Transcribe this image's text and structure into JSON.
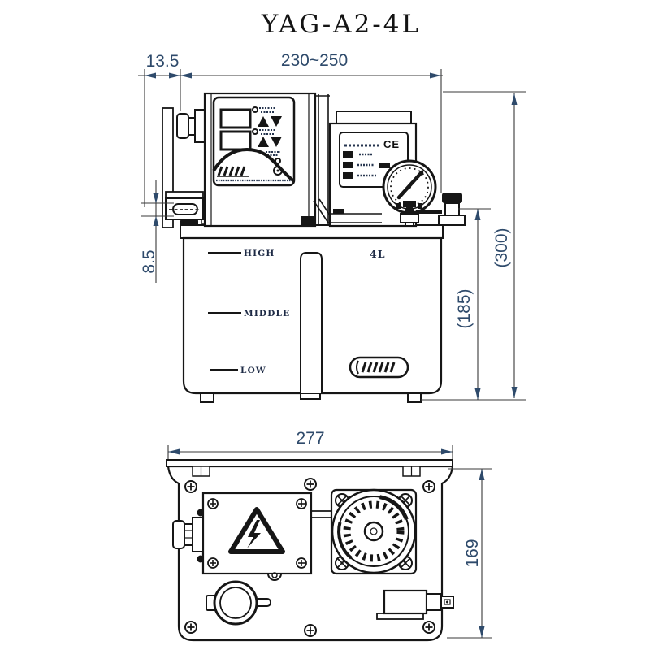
{
  "title": "YAG-A2-4L",
  "front_view": {
    "dim_top_offset": "13.5",
    "dim_width_range": "230~250",
    "dim_bracket": "8.5",
    "dim_tank_height": "(185)",
    "dim_total_height": "(300)",
    "capacity": "4L",
    "ce_mark": "CE",
    "level_marks": [
      {
        "label": "HIGH"
      },
      {
        "label": "MIDDLE"
      },
      {
        "label": "LOW"
      }
    ]
  },
  "top_view": {
    "dim_width": "277",
    "dim_depth": "169"
  },
  "colors": {
    "line": "#161616",
    "dim_text": "#2e4a6b",
    "label_text": "#1d2a45",
    "background": "#ffffff"
  }
}
